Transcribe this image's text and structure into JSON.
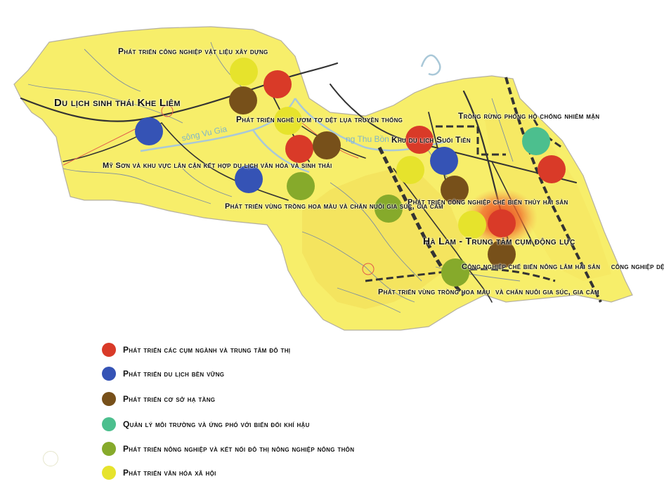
{
  "colors": {
    "land": "#f7ee6a",
    "land_dark": "#f2dc55",
    "land_edge": "#b5b0a0",
    "river": "#a9c8d8",
    "road": "#333333",
    "red": "#d93a28",
    "blue": "#3553b5",
    "brown": "#77501a",
    "teal": "#4cbf8e",
    "green": "#86aa2b",
    "yellow": "#e6e32c"
  },
  "map": {
    "labels": {
      "vat_lieu": "Phát triển công nghiệp vật liệu xây dựng",
      "khe_liem": "Du lịch sinh thái Khe Liêm",
      "uom_to": "Phát triển nghề ươm tơ dệt lụa truyền thống",
      "trong_rung": "Trồng rừng phòng hộ chống nhiễm mặn",
      "suoi_tien": "Khu du lịch Suối Tiên",
      "my_son_1": "Mỹ Sơn và khu vực lân cận",
      "my_son_2": "kết hợp du lịch văn hóa và sinh thái",
      "trong_hoa_mau_1_a": "Phát triển vùng trồng hoa màu",
      "trong_hoa_mau_1_b": "và chăn nuôi gia súc, gia cầm",
      "thuy_hai_san": "Phát triển công nghiệp chế biến thủy hải sản",
      "ha_lam": "Hà Lam - Trung tâm cụm động lực",
      "nong_lam_1": "Công nghiệp chế biến nông lâm hải sản",
      "nong_lam_2": "công nghiệp dệt may da giày, SX VLXD",
      "trong_hoa_mau_2_a": "Phát triển vùng trồng hoa màu",
      "trong_hoa_mau_2_b": "và chăn nuôi gia súc, gia cầm"
    },
    "rivers": {
      "vu_gia": "sông Vu Gia",
      "thu_bon": "ng Thu Bồn"
    },
    "markers": [
      {
        "category": "yellow",
        "near": "vat_lieu"
      },
      {
        "category": "red",
        "near": "vat_lieu"
      },
      {
        "category": "brown",
        "near": "vat_lieu"
      },
      {
        "category": "yellow",
        "near": "uom_to"
      },
      {
        "category": "blue",
        "near": "khe_liem"
      },
      {
        "category": "red",
        "near": "uom_to"
      },
      {
        "category": "brown",
        "near": "uom_to"
      },
      {
        "category": "blue",
        "near": "my_son_1"
      },
      {
        "category": "green",
        "near": "trong_hoa_mau_1_a"
      },
      {
        "category": "red",
        "near": "suoi_tien"
      },
      {
        "category": "blue",
        "near": "suoi_tien"
      },
      {
        "category": "yellow",
        "near": "suoi_tien"
      },
      {
        "category": "brown",
        "near": "suoi_tien"
      },
      {
        "category": "green",
        "near": "thuy_hai_san"
      },
      {
        "category": "teal",
        "near": "trong_rung"
      },
      {
        "category": "red",
        "near": "trong_rung"
      },
      {
        "category": "yellow",
        "near": "ha_lam"
      },
      {
        "category": "red",
        "near": "ha_lam"
      },
      {
        "category": "brown",
        "near": "nong_lam_1"
      },
      {
        "category": "green",
        "near": "trong_hoa_mau_2_a"
      }
    ]
  },
  "legend": [
    {
      "color": "#d93a28",
      "label": "Phát triển các cụm ngành và trung tâm đô thị"
    },
    {
      "color": "#3553b5",
      "label": "Phát triển du lịch bền vững"
    },
    {
      "color": "#77501a",
      "label": "Phát triển cơ sở hạ tầng"
    },
    {
      "color": "#4cbf8e",
      "label": "Quản lý môi trường và ứng phó với biến đổi khí hậu"
    },
    {
      "color": "#86aa2b",
      "label": "Phát triển nông nghiệp và kết nối đô thị nông nghiệp nông thôn"
    },
    {
      "color": "#e6e32c",
      "label": "Phát triển văn hóa xã hội"
    }
  ]
}
